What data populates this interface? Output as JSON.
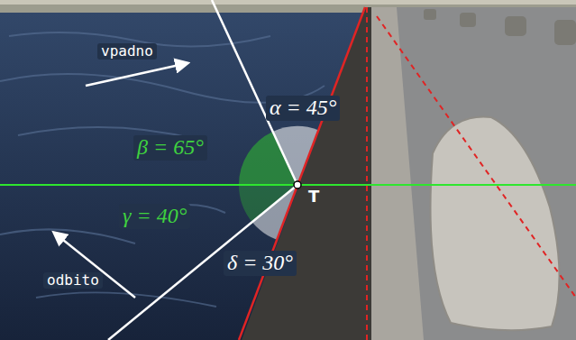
{
  "diagram": {
    "labels": [
      "vpadno",
      "odbito",
      "α = 45°",
      "β = 65°",
      "γ = 40°",
      "δ = 30°",
      "T"
    ]
  }
}
